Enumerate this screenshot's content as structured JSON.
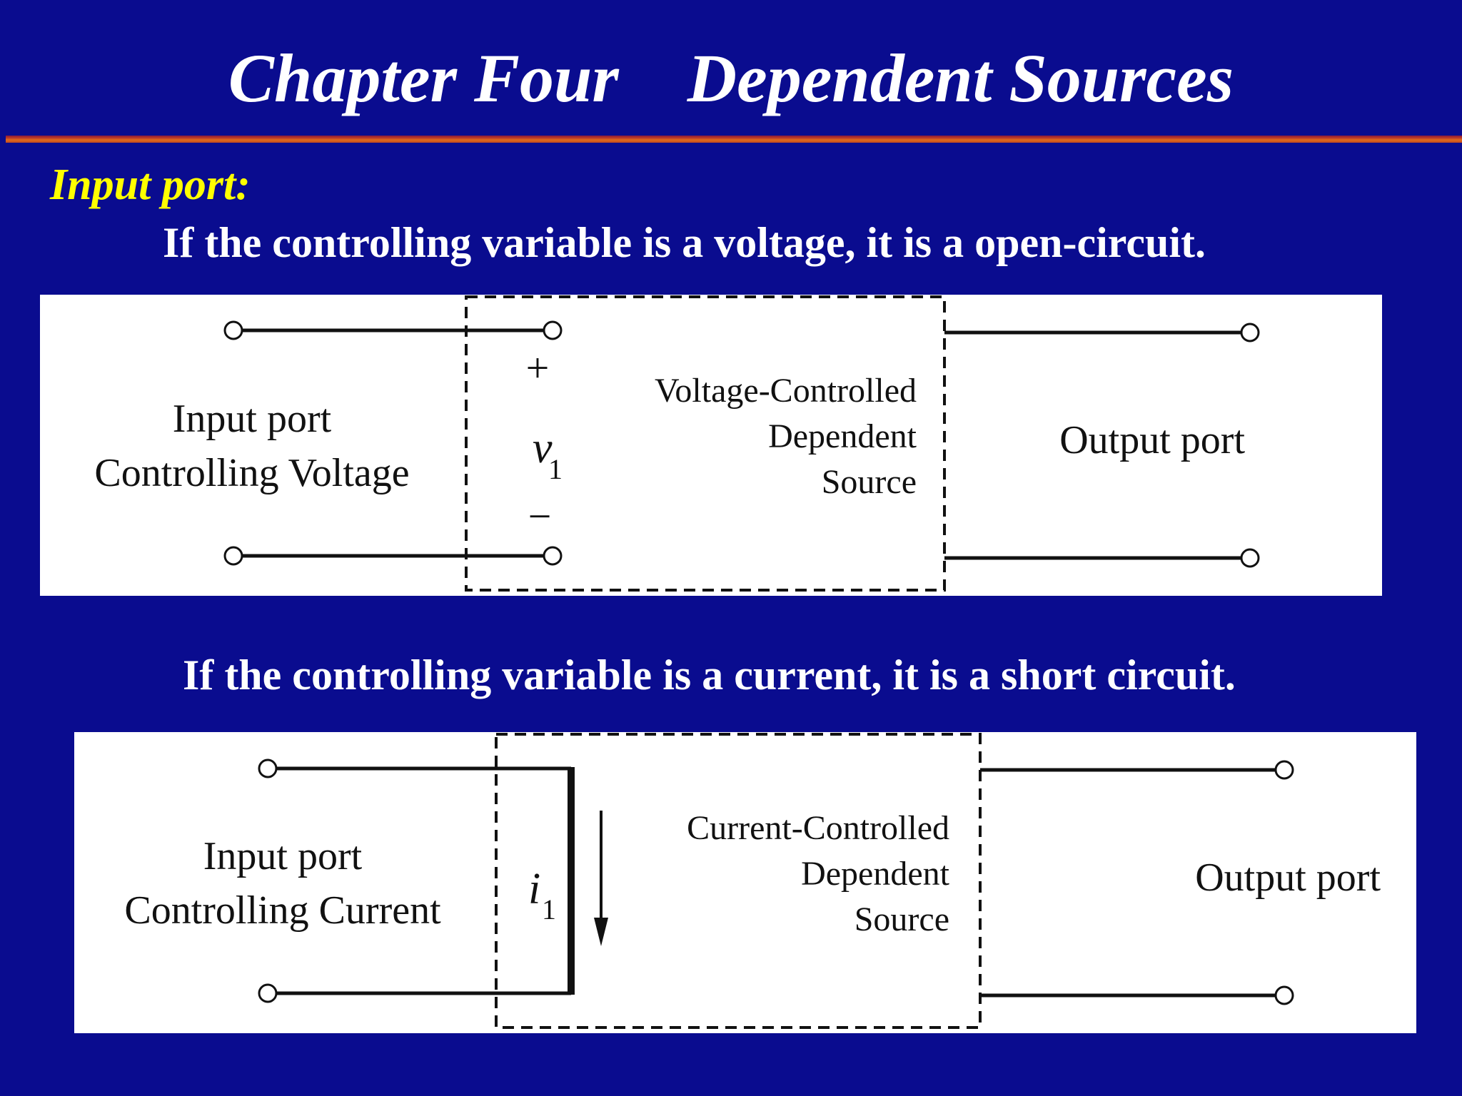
{
  "slide": {
    "title": "Chapter Four    Dependent Sources",
    "heading": "Input port:",
    "statement_voltage": "If the controlling variable is a voltage, it is a open-circuit.",
    "statement_current": "If the controlling variable is a current, it is a short circuit."
  },
  "diagram_voltage": {
    "input_label_1": "Input port",
    "input_label_2": "Controlling Voltage",
    "plus": "+",
    "minus": "−",
    "variable": "v",
    "variable_subscript": "1",
    "source_line_1": "Voltage-Controlled",
    "source_line_2": "Dependent",
    "source_line_3": "Source",
    "output_label": "Output port"
  },
  "diagram_current": {
    "input_label_1": "Input port",
    "input_label_2": "Controlling Current",
    "variable": "i",
    "variable_subscript": "1",
    "source_line_1": "Current-Controlled",
    "source_line_2": "Dependent",
    "source_line_3": "Source",
    "output_label": "Output port"
  }
}
